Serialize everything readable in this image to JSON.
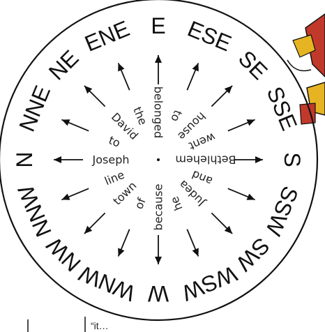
{
  "compass": {
    "directions": [
      {
        "label": "N",
        "word": "Joseph"
      },
      {
        "label": "NNE",
        "word": "to"
      },
      {
        "label": "NE",
        "word": "David"
      },
      {
        "label": "ENE",
        "word": "the"
      },
      {
        "label": "E",
        "word": "belonged"
      },
      {
        "label": "ESE",
        "word": "to"
      },
      {
        "label": "SE",
        "word": "house"
      },
      {
        "label": "SSE",
        "word": "went"
      },
      {
        "label": "S",
        "word": "Bethlehem"
      },
      {
        "label": "SSW",
        "word": "and"
      },
      {
        "label": "SW",
        "word": "Judea"
      },
      {
        "label": "WSW",
        "word": "he"
      },
      {
        "label": "W",
        "word": "because"
      },
      {
        "label": "WNW",
        "word": "of"
      },
      {
        "label": "NW",
        "word": "town"
      },
      {
        "label": "NNW",
        "word": "line"
      }
    ]
  },
  "margin": {
    "fragment": "“it…"
  },
  "colors": {
    "ink": "#111111",
    "figure_red": "#c0392b",
    "figure_yellow": "#e6b422"
  }
}
